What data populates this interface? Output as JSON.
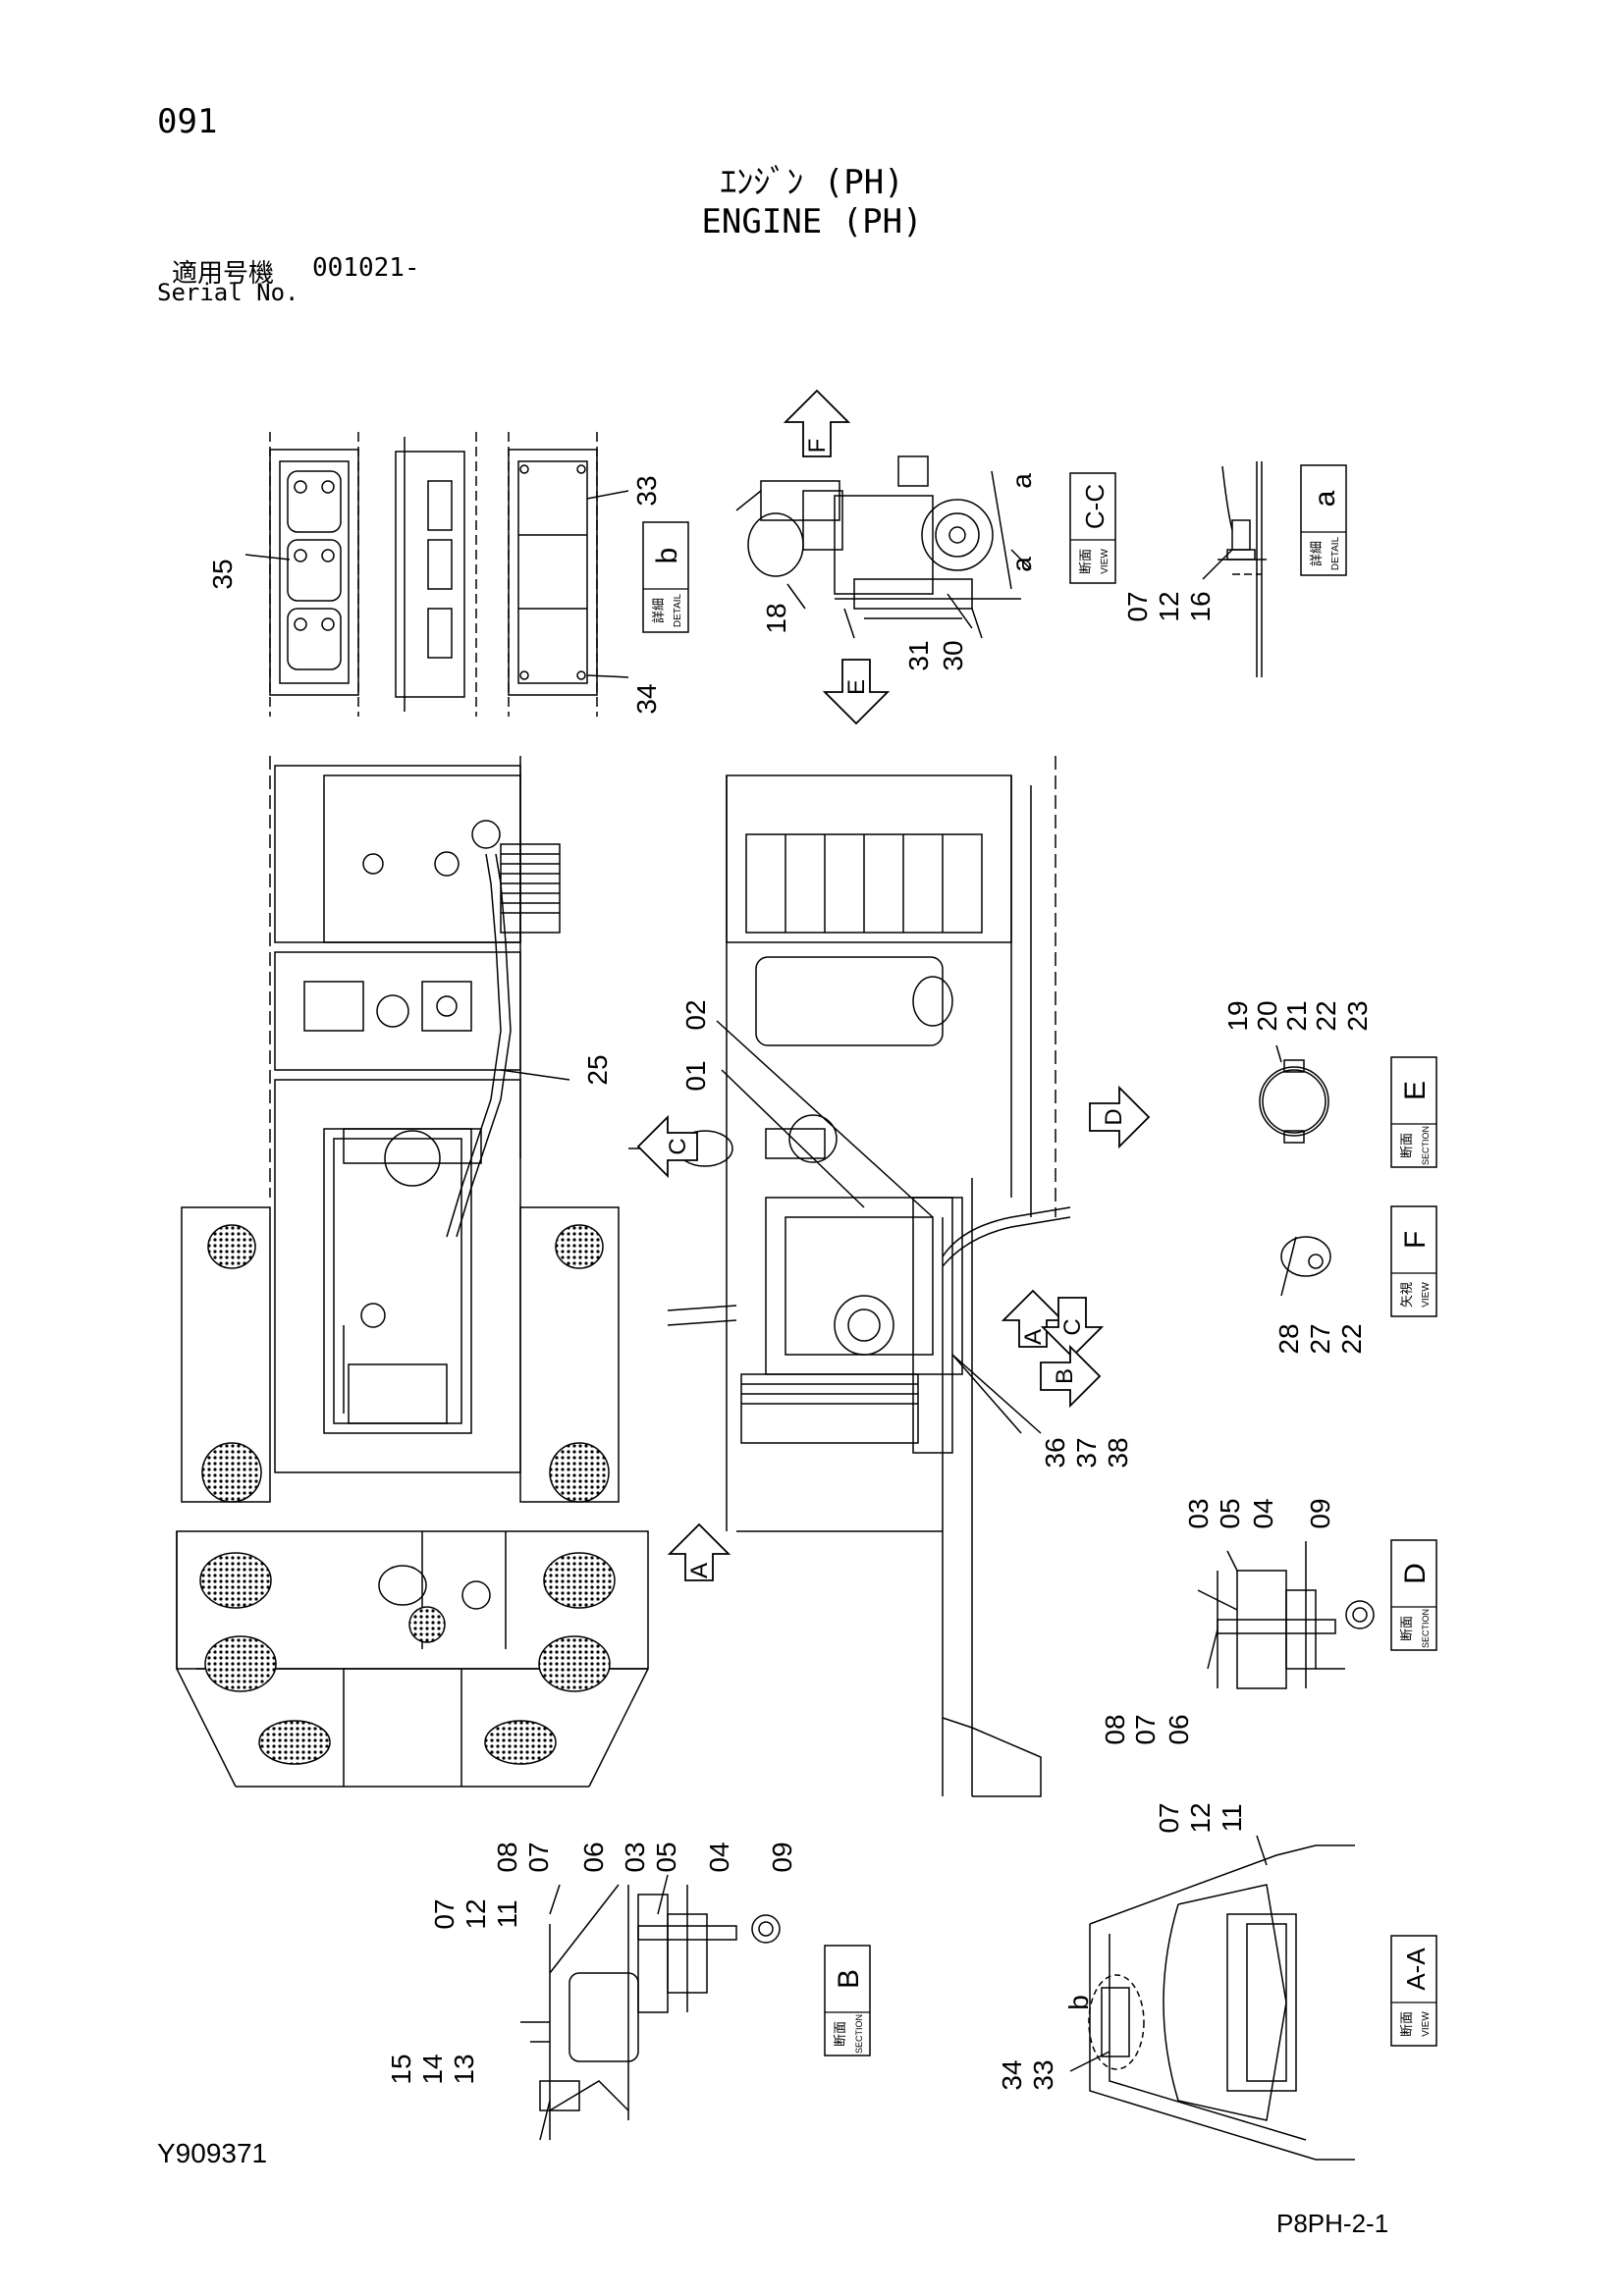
{
  "header": {
    "page_number": "091",
    "title_jp": "ｴﾝｼﾞﾝ (PH)",
    "title_en": "ENGINE (PH)",
    "serial_label_jp": "適用号機",
    "serial_value": "001021-",
    "serial_label_en": "Serial No."
  },
  "footer": {
    "doc_number": "Y909371",
    "page_ref": "P8PH-2-1"
  },
  "view_labels": {
    "detail_b": {
      "jp": "詳細",
      "en": "DETAIL",
      "letter": "b"
    },
    "view_cc": {
      "jp": "断面",
      "en": "VIEW",
      "letter": "C-C"
    },
    "detail_a": {
      "jp": "詳細",
      "en": "DETAIL",
      "letter": "a"
    },
    "section_e": {
      "jp": "断面",
      "en": "SECTION",
      "letter": "E"
    },
    "view_f": {
      "jp": "矢視",
      "en": "VIEW",
      "letter": "F"
    },
    "section_d": {
      "jp": "断面",
      "en": "SECTION",
      "letter": "D"
    },
    "section_b": {
      "jp": "断面",
      "en": "SECTION",
      "letter": "B"
    },
    "view_aa": {
      "jp": "断面",
      "en": "VIEW",
      "letter": "A-A"
    }
  },
  "arrows": {
    "f": "F",
    "e": "E",
    "c1": "C",
    "d": "D",
    "a1": "A",
    "c2": "C",
    "b": "B",
    "a2": "A"
  },
  "callouts": {
    "p35": "35",
    "p33a": "33",
    "p34a": "34",
    "p18": "18",
    "p31": "31",
    "p30": "30",
    "pa1": "a",
    "pa2": "a",
    "p07a": "07",
    "p12a": "12",
    "p16": "16",
    "p02": "02",
    "p01": "01",
    "p25": "25",
    "p19": "19",
    "p20": "20",
    "p21": "21",
    "p22a": "22",
    "p23": "23",
    "p28": "28",
    "p27": "27",
    "p22b": "22",
    "p36": "36",
    "p37": "37",
    "p38": "38",
    "p03a": "03",
    "p05a": "05",
    "p04a": "04",
    "p09a": "09",
    "p08a": "08",
    "p07b": "07",
    "p06a": "06",
    "p08b": "08",
    "p07c": "07",
    "p06b": "06",
    "p03b": "03",
    "p05b": "05",
    "p04b": "04",
    "p09b": "09",
    "p07d": "07",
    "p12b": "12",
    "p11a": "11",
    "p15": "15",
    "p14": "14",
    "p13": "13",
    "p07e": "07",
    "p12c": "12",
    "p11b": "11",
    "p34b": "34",
    "p33b": "33",
    "pb": "b"
  }
}
